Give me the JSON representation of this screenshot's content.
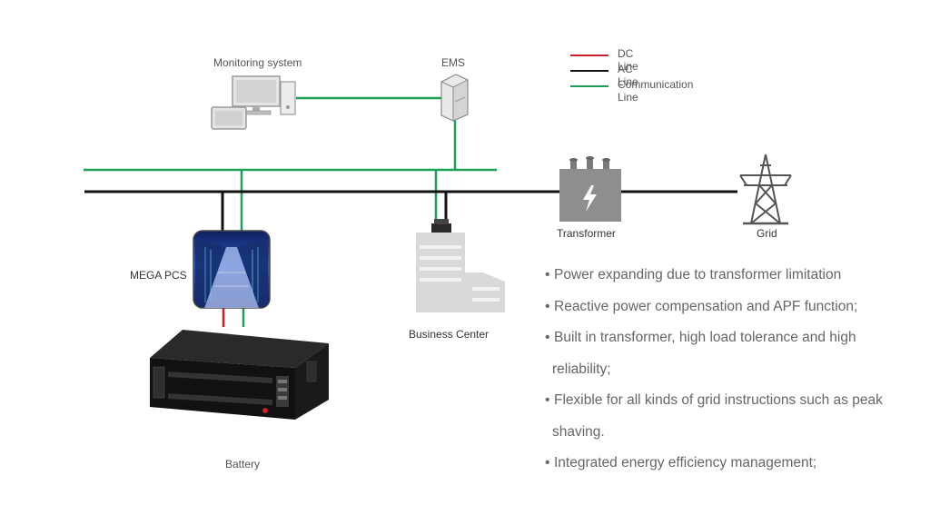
{
  "labels": {
    "monitoring_system": "Monitoring system",
    "ems": "EMS",
    "transformer": "Transformer",
    "grid": "Grid",
    "mega_pcs": "MEGA PCS",
    "business_center": "Business  Center",
    "battery": "Battery"
  },
  "legend": [
    {
      "label": "DC Line",
      "color": "#c8202a"
    },
    {
      "label": "AC Line",
      "color": "#111111"
    },
    {
      "label": "Communication Line",
      "color": "#1f9e57"
    }
  ],
  "features": [
    "Power expanding due to transformer limitation",
    "Reactive power compensation and APF function;",
    "Built in transformer, high load tolerance and high reliability;",
    "Flexible for all kinds of grid instructions such as peak shaving.",
    "Integrated energy efficiency management;"
  ],
  "bullet_char": "•",
  "colors": {
    "dc_line": "#c8202a",
    "ac_line": "#111111",
    "comm_line": "#1f9e57",
    "transformer": "#8e8e8e",
    "grid_tower": "#555555"
  }
}
